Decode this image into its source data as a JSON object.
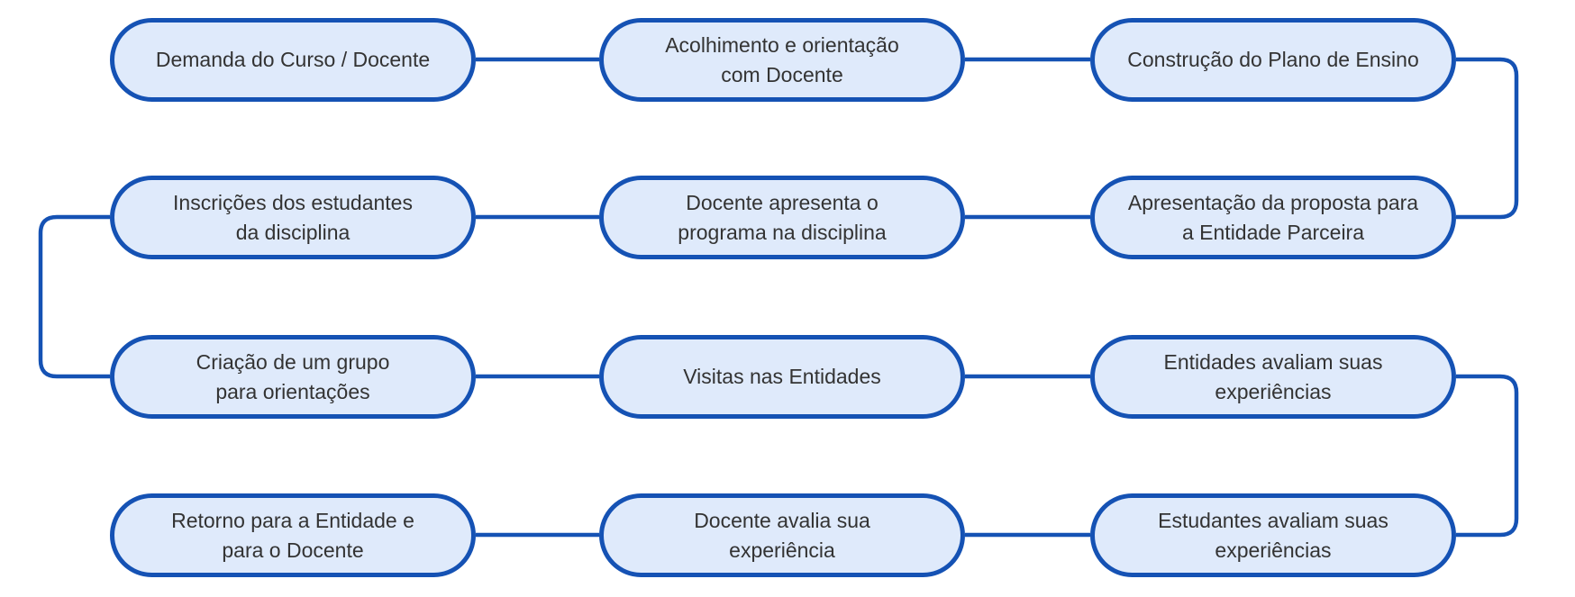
{
  "diagram": {
    "type": "flowchart",
    "layout": "serpentine",
    "rows": 4,
    "columns": 3,
    "flow_order_ids": [
      1,
      2,
      3,
      6,
      5,
      4,
      7,
      8,
      9,
      12,
      11,
      10
    ],
    "nodes": [
      {
        "id": 1,
        "row": 1,
        "col": 1,
        "label": "Demanda do Curso / Docente"
      },
      {
        "id": 2,
        "row": 1,
        "col": 2,
        "label": "Acolhimento e orientação\ncom Docente"
      },
      {
        "id": 3,
        "row": 1,
        "col": 3,
        "label": "Construção do Plano de Ensino"
      },
      {
        "id": 4,
        "row": 2,
        "col": 1,
        "label": "Inscrições dos estudantes\nda disciplina"
      },
      {
        "id": 5,
        "row": 2,
        "col": 2,
        "label": "Docente apresenta o\nprograma na disciplina"
      },
      {
        "id": 6,
        "row": 2,
        "col": 3,
        "label": "Apresentação da proposta para\na Entidade Parceira"
      },
      {
        "id": 7,
        "row": 3,
        "col": 1,
        "label": "Criação de um grupo\npara orientações"
      },
      {
        "id": 8,
        "row": 3,
        "col": 2,
        "label": "Visitas nas Entidades"
      },
      {
        "id": 9,
        "row": 3,
        "col": 3,
        "label": "Entidades avaliam suas\nexperiências"
      },
      {
        "id": 10,
        "row": 4,
        "col": 1,
        "label": "Retorno para a Entidade e\npara o Docente"
      },
      {
        "id": 11,
        "row": 4,
        "col": 2,
        "label": "Docente avalia sua\nexperiência"
      },
      {
        "id": 12,
        "row": 4,
        "col": 3,
        "label": "Estudantes avaliam suas\nexperiências"
      }
    ]
  },
  "theme": {
    "background": "#ffffff",
    "node_fill": "#dfeafb",
    "node_border": "#1552b4",
    "connector": "#1552b4",
    "text_color": "#333333"
  }
}
